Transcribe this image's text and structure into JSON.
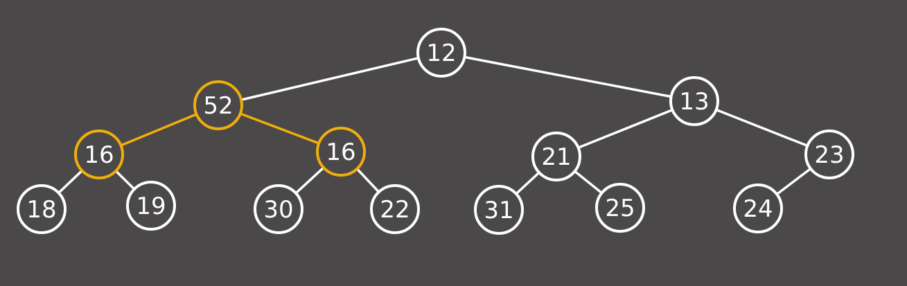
{
  "colors": {
    "background": "#4a4848",
    "default": "#ffffff",
    "highlight": "#f0ae0c"
  },
  "tree": {
    "nodes": [
      {
        "id": "n0",
        "value": "12",
        "highlighted": false
      },
      {
        "id": "n1",
        "value": "52",
        "highlighted": true
      },
      {
        "id": "n2",
        "value": "13",
        "highlighted": false
      },
      {
        "id": "n3",
        "value": "16",
        "highlighted": true
      },
      {
        "id": "n4",
        "value": "16",
        "highlighted": true
      },
      {
        "id": "n5",
        "value": "21",
        "highlighted": false
      },
      {
        "id": "n6",
        "value": "23",
        "highlighted": false
      },
      {
        "id": "n7",
        "value": "18",
        "highlighted": false
      },
      {
        "id": "n8",
        "value": "19",
        "highlighted": false
      },
      {
        "id": "n9",
        "value": "30",
        "highlighted": false
      },
      {
        "id": "n10",
        "value": "22",
        "highlighted": false
      },
      {
        "id": "n11",
        "value": "31",
        "highlighted": false
      },
      {
        "id": "n12",
        "value": "25",
        "highlighted": false
      },
      {
        "id": "n13",
        "value": "24",
        "highlighted": false
      }
    ],
    "edges": [
      {
        "from": "n0",
        "to": "n1",
        "highlighted": false
      },
      {
        "from": "n0",
        "to": "n2",
        "highlighted": false
      },
      {
        "from": "n1",
        "to": "n3",
        "highlighted": true
      },
      {
        "from": "n1",
        "to": "n4",
        "highlighted": true
      },
      {
        "from": "n2",
        "to": "n5",
        "highlighted": false
      },
      {
        "from": "n2",
        "to": "n6",
        "highlighted": false
      },
      {
        "from": "n3",
        "to": "n7",
        "highlighted": false
      },
      {
        "from": "n3",
        "to": "n8",
        "highlighted": false
      },
      {
        "from": "n4",
        "to": "n9",
        "highlighted": false
      },
      {
        "from": "n4",
        "to": "n10",
        "highlighted": false
      },
      {
        "from": "n5",
        "to": "n11",
        "highlighted": false
      },
      {
        "from": "n5",
        "to": "n12",
        "highlighted": false
      },
      {
        "from": "n6",
        "to": "n13",
        "highlighted": false
      }
    ]
  }
}
